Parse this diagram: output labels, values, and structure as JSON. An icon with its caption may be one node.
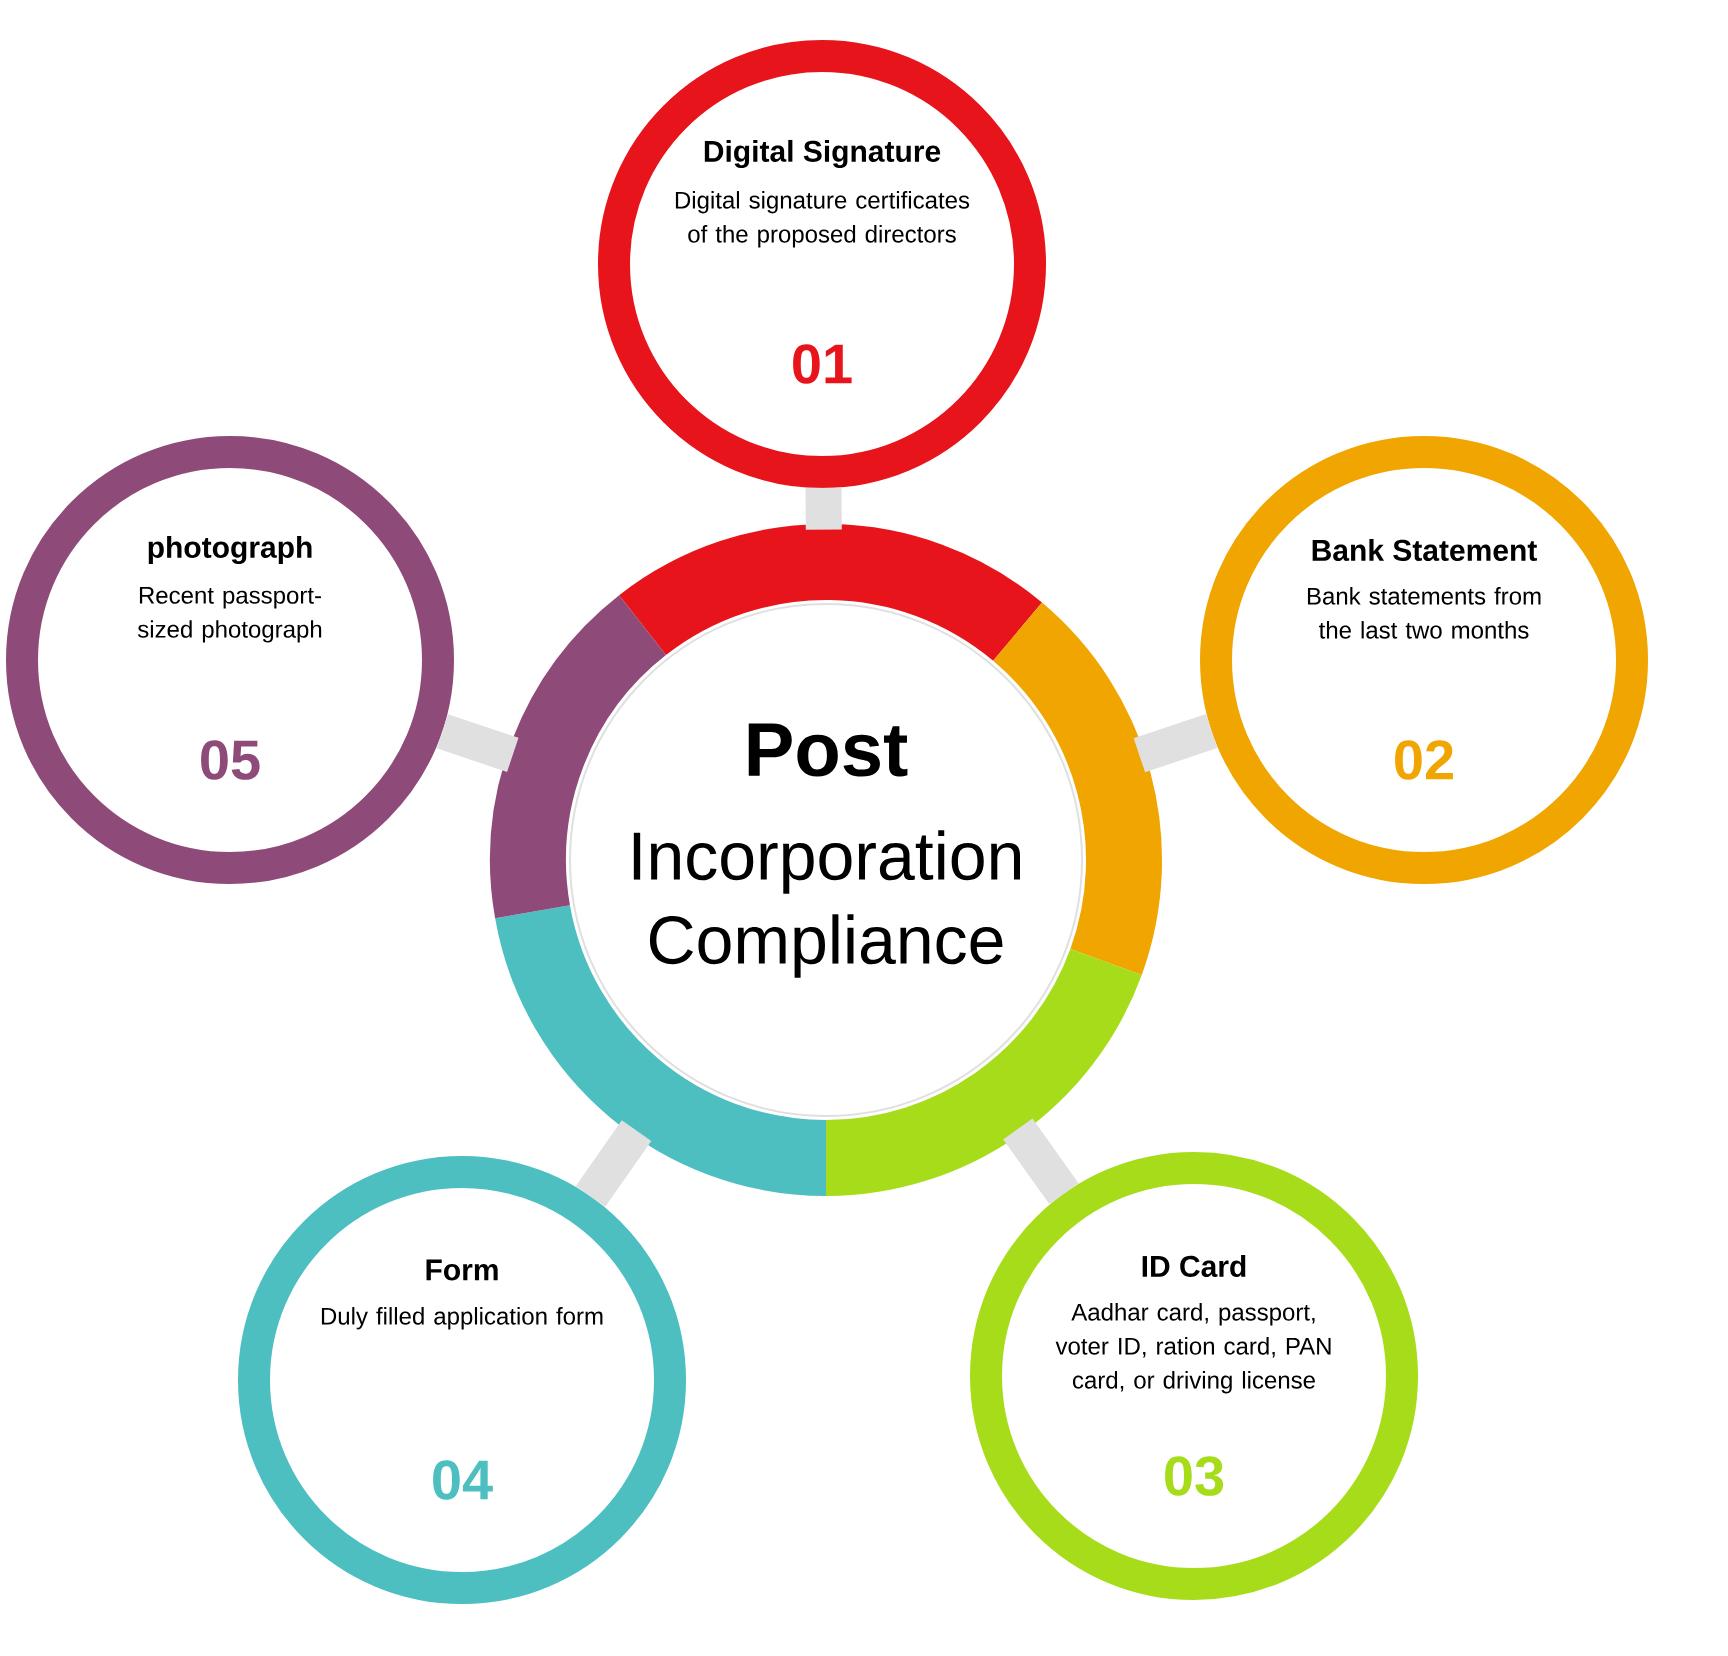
{
  "diagram": {
    "nodes": [
      {
        "text": [
          "Post",
          "Incorporation Compliance"
        ]
      },
      {
        "text": [
          "Digital Signature",
          "Digital signature certificates of the proposed directors",
          "01"
        ]
      },
      {
        "text": [
          "Bank Statement",
          "Bank statements from the last two months",
          "02"
        ]
      },
      {
        "text": [
          "ID Card",
          "Aadhar card, passport, voter ID, ration card, PAN card, or driving license",
          "03"
        ]
      },
      {
        "text": [
          "Form",
          "Duly filled application form",
          "04"
        ]
      },
      {
        "text": [
          "photograph",
          "Recent passport-sized photograph",
          "05"
        ]
      }
    ],
    "edges": [
      {
        "from": 0,
        "to": 1,
        "arrow": "none"
      },
      {
        "from": 0,
        "to": 2,
        "arrow": "none"
      },
      {
        "from": 0,
        "to": 3,
        "arrow": "none"
      },
      {
        "from": 0,
        "to": 4,
        "arrow": "none"
      },
      {
        "from": 0,
        "to": 5,
        "arrow": "none"
      }
    ]
  }
}
